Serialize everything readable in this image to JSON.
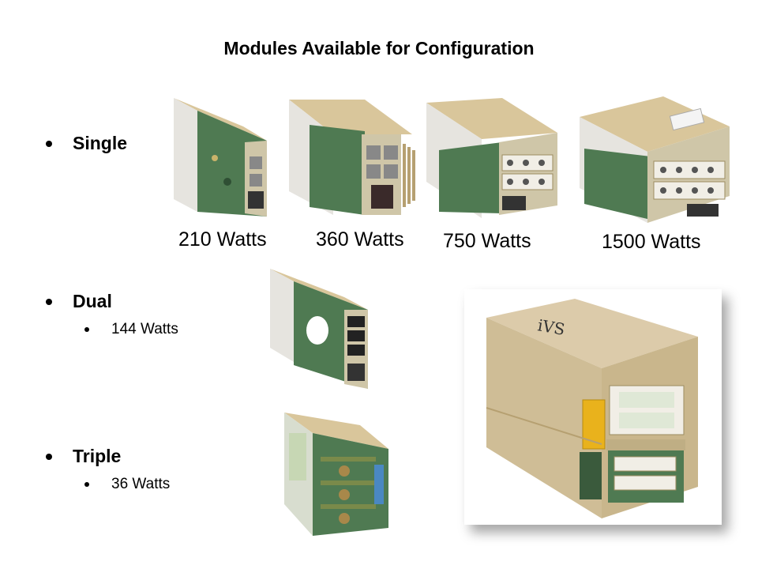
{
  "title": "Modules Available for Configuration",
  "bullets": {
    "single": "Single",
    "dual": "Dual",
    "dual_sub": "144 Watts",
    "triple": "Triple",
    "triple_sub": "36 Watts"
  },
  "single_ratings": [
    "210 Watts",
    "360 Watts",
    "750 Watts",
    "1500 Watts"
  ],
  "chassis_logo_text": "iVS",
  "colors": {
    "metal": "#d9c69b",
    "metal_dark": "#b6a071",
    "pcb": "#4f7a52",
    "white_bracket": "#e8e6df",
    "yellow_terminal": "#e9b21c"
  }
}
